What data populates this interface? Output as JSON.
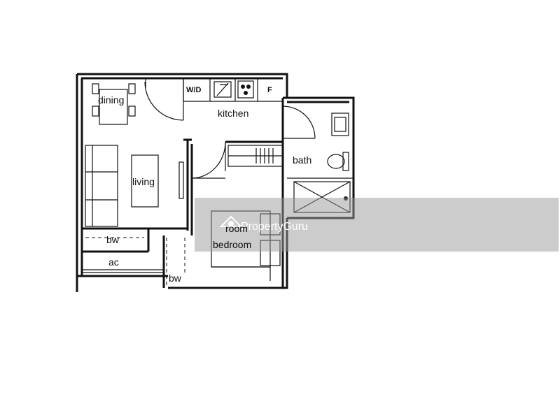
{
  "rooms": {
    "dining": "dining",
    "kitchen": "kitchen",
    "living": "living",
    "bath": "bath",
    "bedroom": "bedroom",
    "bedroom_prefix": "room",
    "bw_left": "bw",
    "bw_bottom": "bw",
    "ac": "ac"
  },
  "fixtures": {
    "washer_dryer": "W/D",
    "fridge": "F"
  },
  "watermark": {
    "brand": "PropertyGuru"
  }
}
